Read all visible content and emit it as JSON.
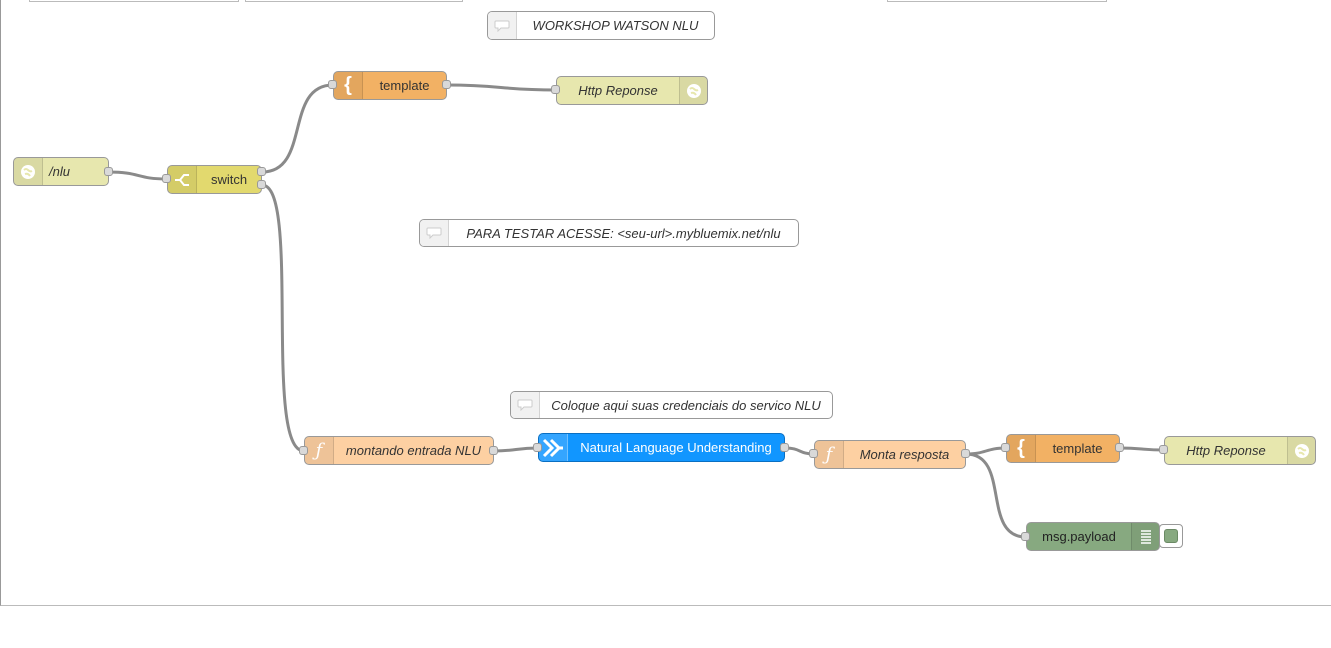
{
  "comments": {
    "workshop": "WORKSHOP WATSON NLU",
    "testar": "PARA TESTAR ACESSE: <seu-url>.mybluemix.net/nlu",
    "credenciais": "Coloque aqui suas credenciais do servico NLU"
  },
  "nodes": {
    "http_in": "/nlu",
    "switch": "switch",
    "template_top": "template",
    "http_response_top": "Http Reponse",
    "function_input": "montando entrada NLU",
    "nlu": "Natural Language Understanding",
    "function_response": "Monta resposta",
    "template_bottom": "template",
    "http_response_bottom": "Http Reponse",
    "debug": "msg.payload"
  },
  "colors": {
    "http": "#e7e7ae",
    "switch": "#e2d96e",
    "template": "#f2b164",
    "function": "#fdd0a2",
    "nlu": "#1196ff",
    "debug": "#87a980",
    "wire": "#8a8a8a"
  },
  "icons": {
    "comment": "comment-icon",
    "http": "globe-icon",
    "switch": "switch-icon",
    "template": "curly-brace-icon",
    "function": "function-icon",
    "nlu": "watson-icon",
    "debug": "list-icon"
  }
}
